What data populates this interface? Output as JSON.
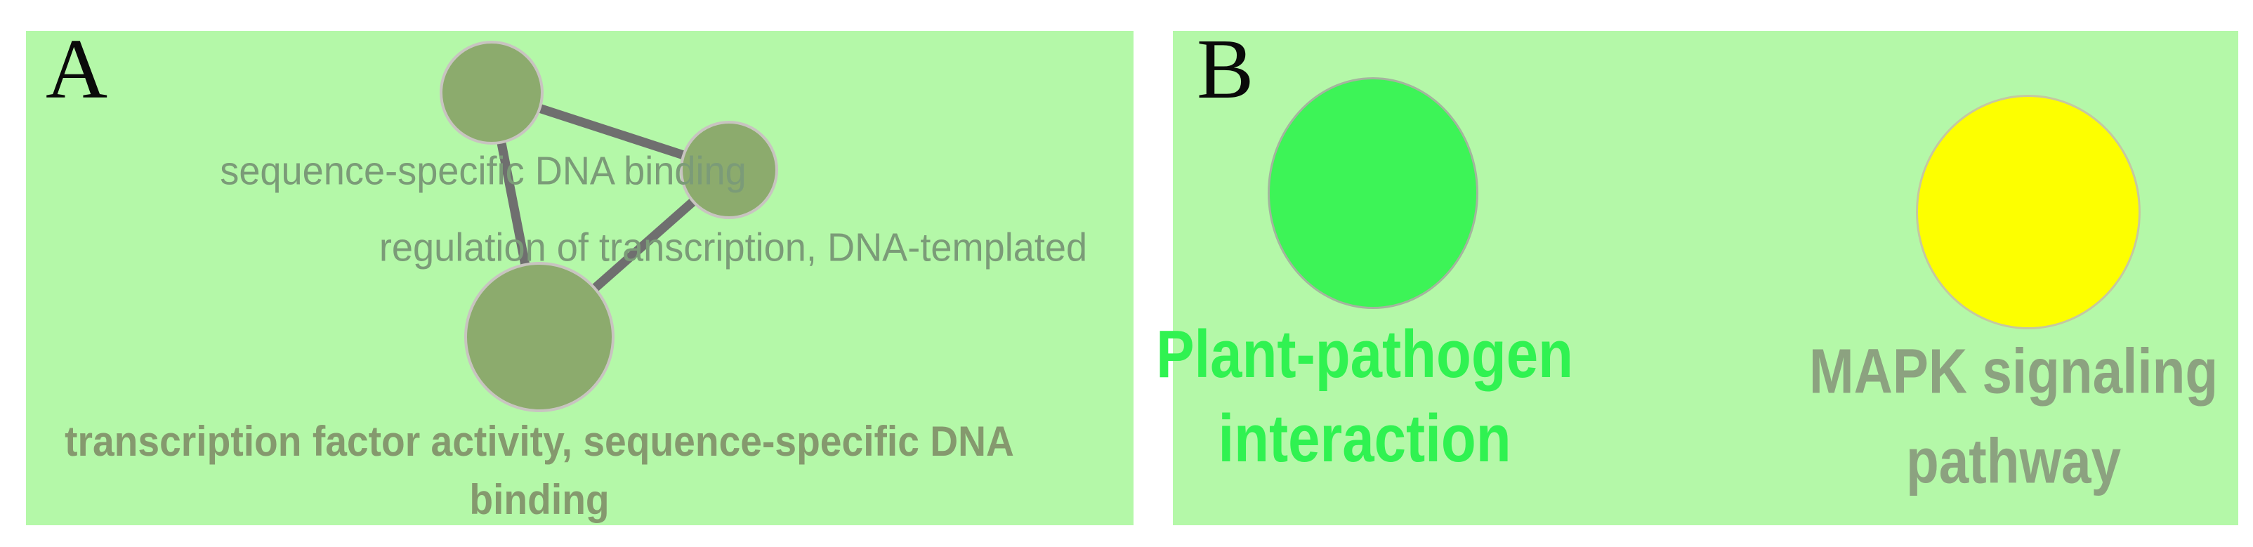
{
  "figure": {
    "page_background": "#ffffff",
    "panel_background": "#b4f8a8"
  },
  "panelA": {
    "tag": "A",
    "labels": {
      "node1": "sequence-specific DNA binding",
      "node2": "regulation of transcription, DNA-templated",
      "node3_line1": "transcription factor activity, sequence-specific DNA",
      "node3_line2": "binding"
    },
    "text_color": "#7b9b78",
    "bold_text_color": "#85996e",
    "network": {
      "node_fill": "#8cab6d",
      "node_stroke": "#c8c4c0",
      "edge_color": "#6f6f6f",
      "nodes": [
        {
          "label": "sequence-specific DNA binding",
          "radius": 72
        },
        {
          "label": "regulation of transcription, DNA-templated",
          "radius": 68
        },
        {
          "label": "transcription factor activity, sequence-specific DNA binding",
          "radius": 105
        }
      ],
      "edges": [
        [
          0,
          1
        ],
        [
          0,
          2
        ],
        [
          1,
          2
        ]
      ]
    }
  },
  "panelB": {
    "tag": "B",
    "bubbles": [
      {
        "line1": "Plant-pathogen",
        "line2": "interaction",
        "fill": "#3df457",
        "label_color": "#30f251"
      },
      {
        "line1": "MAPK signaling",
        "line2": "pathway",
        "fill": "#fdff00",
        "label_color": "#8ca280"
      }
    ]
  }
}
